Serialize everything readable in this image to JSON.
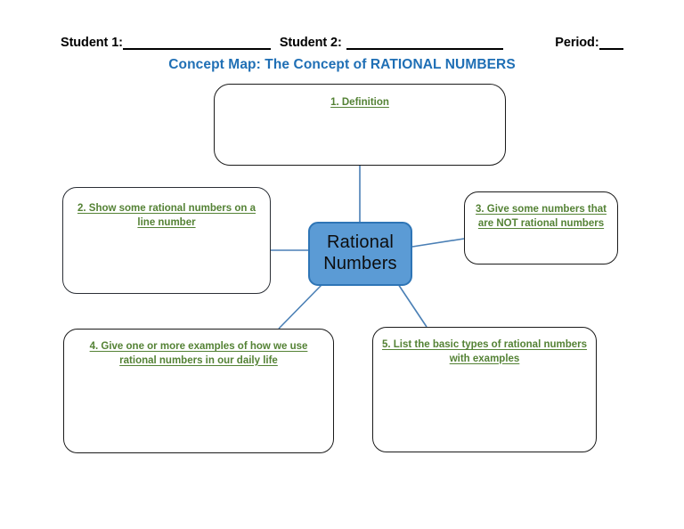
{
  "header": {
    "student1_label": "Student 1:",
    "student1_value": "",
    "student2_label": "Student 2:",
    "student2_value": "",
    "period_label": "Period:",
    "period_value": ""
  },
  "title": "Concept Map: The Concept of RATIONAL NUMBERS",
  "center_node": {
    "line1": "Rational",
    "line2": "Numbers",
    "fill_color": "#5B9BD5",
    "border_color": "#2E75B6",
    "text_color": "#0d0d0d"
  },
  "prompt_color": "#548235",
  "title_color": "#1F6FB5",
  "connector_color": "#4A7FB5",
  "nodes": [
    {
      "number": "1",
      "label": "1. Definition",
      "answer": ""
    },
    {
      "number": "2",
      "label": "2. Show some rational numbers on a line number",
      "answer": ""
    },
    {
      "number": "3",
      "label": "3. Give some numbers that are NOT rational numbers",
      "answer": ""
    },
    {
      "number": "4",
      "label": "4. Give one or more examples of how we use rational numbers in our daily life",
      "answer": ""
    },
    {
      "number": "5",
      "label": "5. List the basic types of rational numbers with examples",
      "answer": ""
    }
  ]
}
